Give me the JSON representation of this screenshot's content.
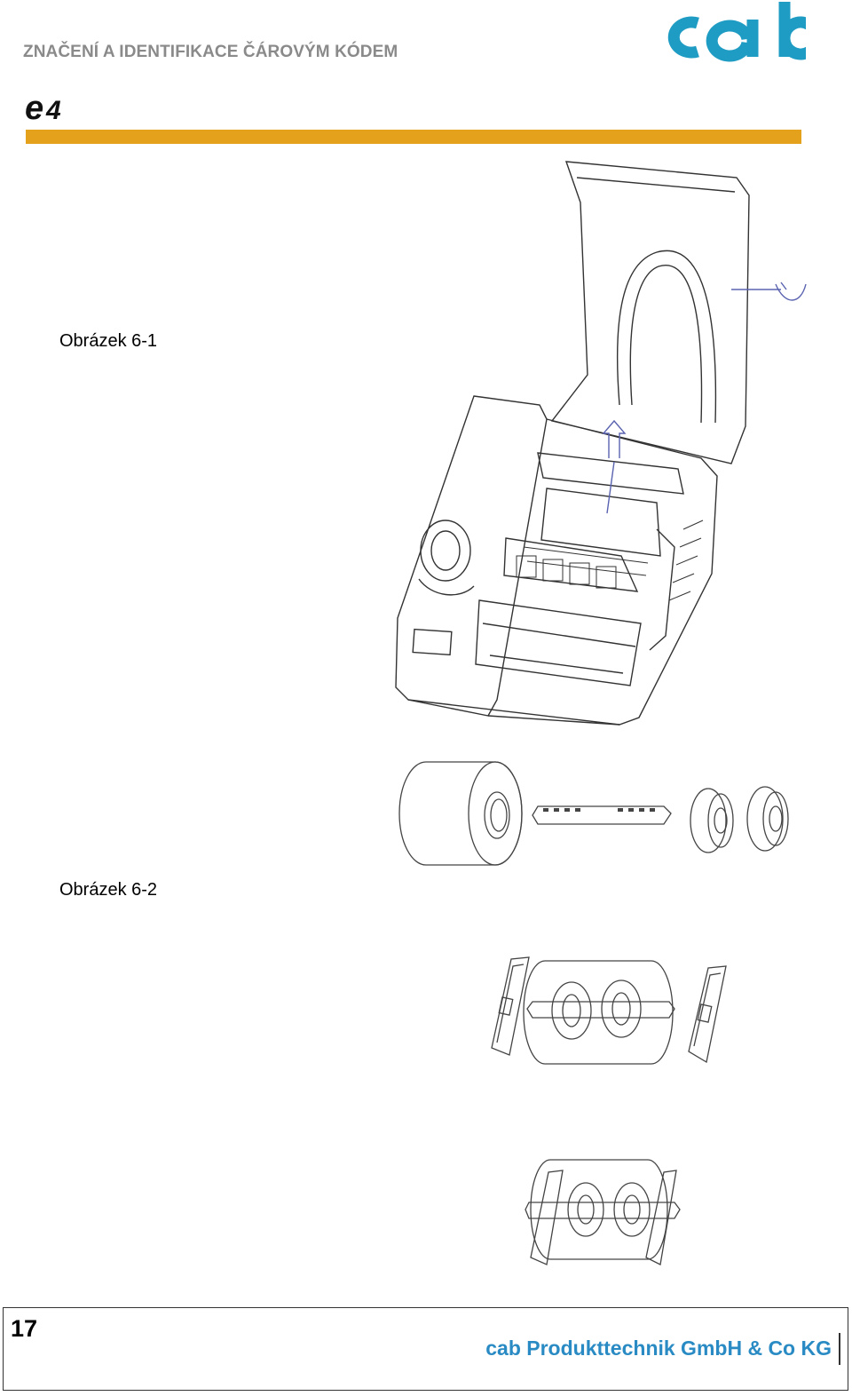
{
  "header": {
    "title": "ZNAČENÍ A IDENTIFIKACE ČÁROVÝM KÓDEM",
    "brand": "cab",
    "product": "e4",
    "accent_color": "#e4a11b",
    "brand_color": "#1f9cc4"
  },
  "captions": {
    "figure_1": "Obrázek 6-1",
    "figure_2": "Obrázek 6-2"
  },
  "footer": {
    "page_number": "17",
    "company": "cab Produkttechnik GmbH & Co KG",
    "company_color": "#2a8bc4"
  }
}
